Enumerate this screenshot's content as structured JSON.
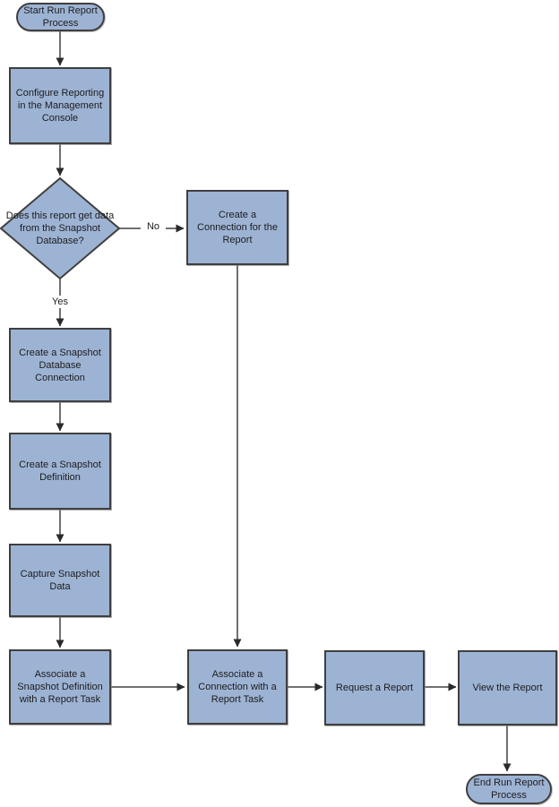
{
  "flowchart": {
    "nodes": {
      "start": {
        "type": "terminator",
        "label": "Start Run Report Process"
      },
      "configure": {
        "type": "process",
        "label": "Configure Reporting in the Management Console"
      },
      "decision": {
        "type": "decision",
        "label": "Does this report get data from the Snapshot Database?"
      },
      "create_connection": {
        "type": "process",
        "label": "Create a Connection for the Report"
      },
      "create_snapshot_db": {
        "type": "process",
        "label": "Create a Snapshot Database Connection"
      },
      "create_snapshot_def": {
        "type": "process",
        "label": "Create a Snapshot Definition"
      },
      "capture_snapshot": {
        "type": "process",
        "label": "Capture Snapshot Data"
      },
      "assoc_snapshot_def": {
        "type": "process",
        "label": "Associate a Snapshot Definition with a Report Task"
      },
      "assoc_connection": {
        "type": "process",
        "label": "Associate a Connection with a Report Task"
      },
      "request_report": {
        "type": "process",
        "label": "Request a Report"
      },
      "view_report": {
        "type": "process",
        "label": "View the Report"
      },
      "end": {
        "type": "terminator",
        "label": "End Run Report Process"
      }
    },
    "edge_labels": {
      "no": "No",
      "yes": "Yes"
    },
    "edges": [
      {
        "from": "start",
        "to": "configure"
      },
      {
        "from": "configure",
        "to": "decision"
      },
      {
        "from": "decision",
        "to": "create_connection",
        "label": "No"
      },
      {
        "from": "decision",
        "to": "create_snapshot_db",
        "label": "Yes"
      },
      {
        "from": "create_snapshot_db",
        "to": "create_snapshot_def"
      },
      {
        "from": "create_snapshot_def",
        "to": "capture_snapshot"
      },
      {
        "from": "capture_snapshot",
        "to": "assoc_snapshot_def"
      },
      {
        "from": "assoc_snapshot_def",
        "to": "assoc_connection"
      },
      {
        "from": "create_connection",
        "to": "assoc_connection"
      },
      {
        "from": "assoc_connection",
        "to": "request_report"
      },
      {
        "from": "request_report",
        "to": "view_report"
      },
      {
        "from": "view_report",
        "to": "end"
      }
    ],
    "colors": {
      "node_fill": "#9db3d4",
      "node_border": "#3f3f3f",
      "edge_color": "#404040",
      "background": "#ffffff",
      "text_color": "#1c1c1c"
    }
  }
}
